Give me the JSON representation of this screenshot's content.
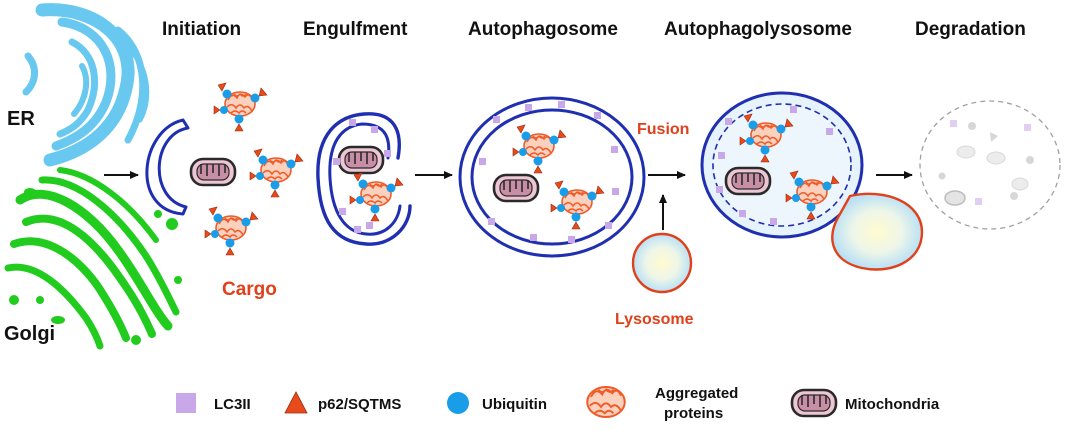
{
  "stages": {
    "initiation": "Initiation",
    "engulfment": "Engulfment",
    "autophagosome": "Autophagosome",
    "autophagolysosome": "Autophagolysosome",
    "degradation": "Degradation"
  },
  "organelles": {
    "er": "ER",
    "golgi": "Golgi"
  },
  "annotations": {
    "cargo": "Cargo",
    "fusion": "Fusion",
    "lysosome": "Lysosome"
  },
  "legend": {
    "lc3ii": "LC3II",
    "p62": "p62/SQTMS",
    "ubiquitin": "Ubiquitin",
    "aggregated_line1": "Aggregated",
    "aggregated_line2": "proteins",
    "mitochondria": "Mitochondria"
  },
  "colors": {
    "membrane": "#1f2fb0",
    "lc3ii": "#c9a8ea",
    "p62": "#e84a1a",
    "ubiquitin": "#1a9de8",
    "aggregate": "#f05a28",
    "er": "#68c8f0",
    "golgi": "#22cc1e",
    "lysosome_outline": "#e0401a",
    "label_red": "#e0401a"
  }
}
